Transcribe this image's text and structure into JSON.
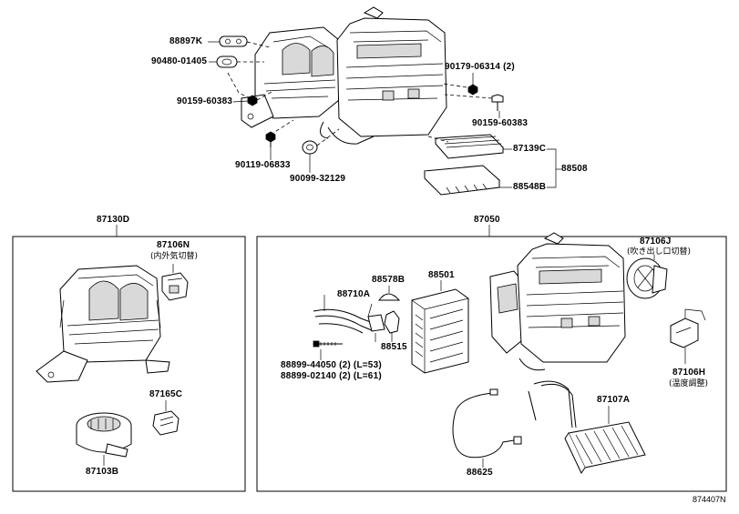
{
  "diagram_code": "874407N",
  "parts": {
    "p88897k": "88897K",
    "p90480": "90480-01405",
    "p90159a": "90159-60383",
    "p90179": "90179-06314 (2)",
    "p90159b": "90159-60383",
    "p90119": "90119-06833",
    "p90099": "90099-32129",
    "p87139c": "87139C",
    "p88508": "88508",
    "p88548b": "88548B",
    "p87130d": "87130D",
    "p87106n": "87106N",
    "p87106n_sub": "(内外気切替)",
    "p87165c": "87165C",
    "p87103b": "87103B",
    "p87050": "87050",
    "p88578b": "88578B",
    "p88501": "88501",
    "p88710a": "88710A",
    "p88515": "88515",
    "p88899a": "88899-44050 (2) (L=53)",
    "p88899b": "88899-02140 (2) (L=61)",
    "p87106j": "87106J",
    "p87106j_sub": "(吹き出し口切替)",
    "p87106h": "87106H",
    "p87106h_sub": "(温度調整)",
    "p87107a": "87107A",
    "p88625": "88625"
  }
}
